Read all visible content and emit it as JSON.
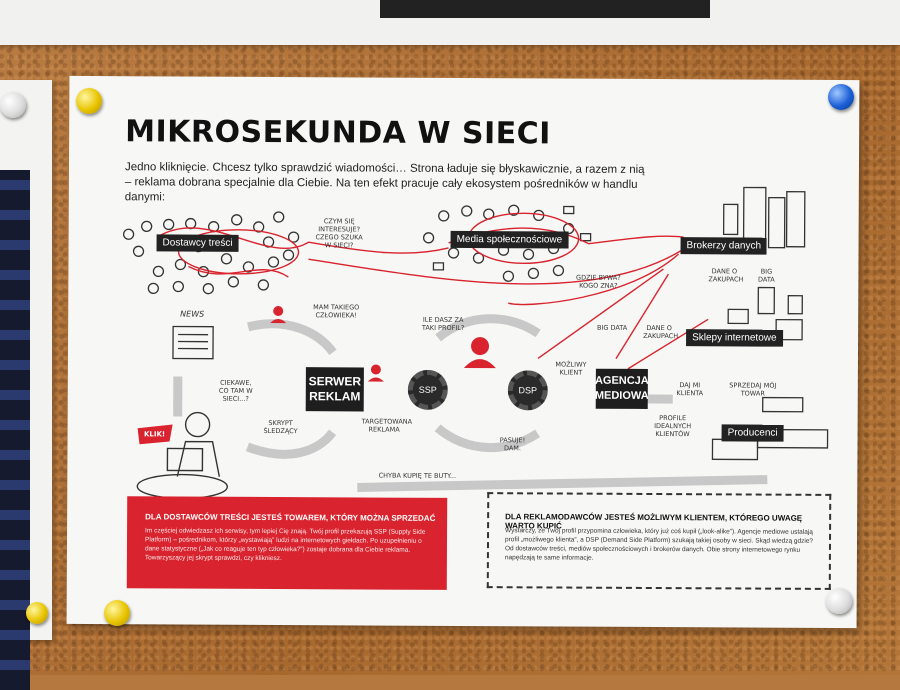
{
  "poster": {
    "title": "MIKROSEKUNDA W SIECI",
    "intro": "Jedno kliknięcie. Chcesz tylko sprawdzić wiadomości… Strona ładuje się błyskawicznie, a razem z nią – reklama dobrana specjalnie dla Ciebie. Na ten efekt pracuje cały ekosystem pośredników w handlu danymi:",
    "labels": {
      "content_providers": "Dostawcy treści",
      "social_media": "Media społecznościowe",
      "data_brokers": "Brokerzy danych",
      "online_shops": "Sklepy internetowe",
      "ad_server": "SERWER REKLAM",
      "ssp": "SSP",
      "dsp": "DSP",
      "media_agency": "AGENCJA MEDIOWA",
      "producers": "Producenci",
      "news": "news"
    },
    "handwritten": {
      "who_clicks": "CZYM SIĘ INTERESUJE? CZEGO SZUKA W SIECI?",
      "where_is": "GDZIE BYWA? KOGO ZNA?",
      "we_have": "MAM TAKIEGO CZŁOWIEKA!",
      "how_much": "ILE DASZ ZA TAKI PROFIL?",
      "curious": "CIEKAWE, CO TAM W SIECI...?",
      "click": "KLIK!",
      "cookies": "SKRYPT ŚLEDZĄCY",
      "targeted": "TARGETOWANA REKLAMA",
      "possible_client": "MOŻLIWY KLIENT",
      "give_client": "DAJ MI KLIENTA",
      "sell_product": "SPRZEDAJ MÓJ TOWAR",
      "client_profiles": "PROFILE IDEALNYCH KLIENTÓW",
      "big_data_1": "BIG DATA",
      "big_data_2": "BIG DATA",
      "purchase_data_1": "DANE O ZAKUPACH",
      "purchase_data_2": "DANE O ZAKUPACH",
      "sold": "PASUJE! DAM.",
      "maybe_buy": "CHYBA KUPIĘ TE BUTY..."
    },
    "red_box": {
      "heading": "DLA DOSTAWCÓW TREŚCI JESTEŚ TOWAREM, KTÓRY MOŻNA SPRZEDAĆ",
      "body": "Im częściej odwiedzasz ich serwisy, tym lepiej Cię znają. Twój profil przekazują SSP (Supply Side Platform) – pośrednikom, którzy „wystawiają” ludzi na internetowych giełdach. Po uzupełnieniu o dane statystyczne („Jak co reaguje ten typ człowieka?”) zostaje dobrana dla Ciebie reklama. Towarzyszący jej skrypt sprawdzi, czy klikniesz."
    },
    "dashed_box": {
      "heading": "DLA REKLAMODAWCÓW JESTEŚ MOŻLIWYM KLIENTEM, KTÓREGO UWAGĘ WARTO KUPIĆ",
      "body": "Wystarczy, że Twój profil przypomina człowieka, który już coś kupił („look-alike”). Agencje mediowe ustalają profil „możliwego klienta”, a DSP (Demand Side Platform) szukają takiej osoby w sieci. Skąd wiedzą gdzie? Od dostawców treści, mediów społecznościowych i brokerów danych. Obie strony internetowego rynku napędzają te same informacje."
    }
  },
  "colors": {
    "accent": "#d9232e",
    "dark": "#1e1e1e",
    "paper": "#f7f7f5",
    "cork": "#b5793f"
  }
}
